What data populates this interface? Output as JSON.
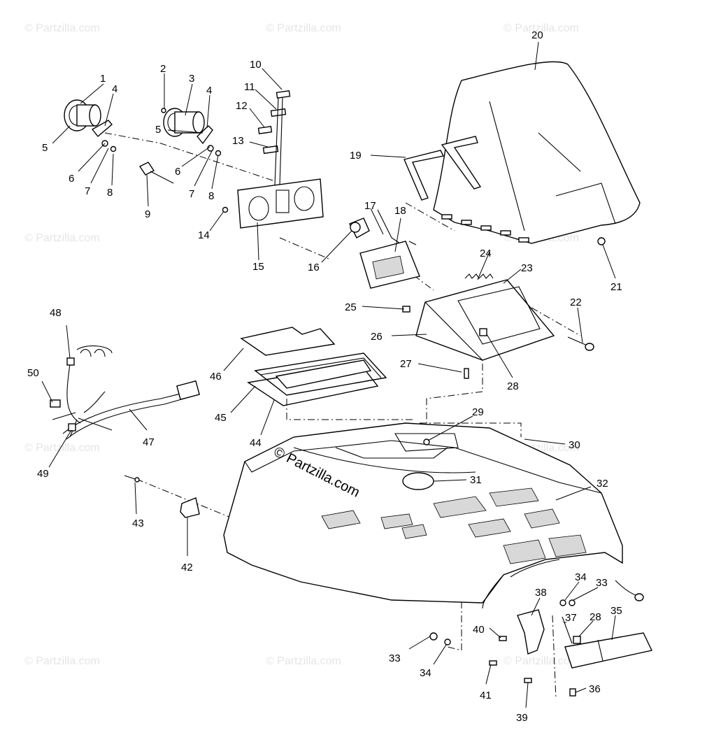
{
  "watermark": {
    "text": "© Partzilla.com",
    "center_text": "© Partzilla.com"
  },
  "callouts": [
    "1",
    "2",
    "3",
    "4",
    "4",
    "5",
    "5",
    "6",
    "6",
    "7",
    "7",
    "8",
    "8",
    "9",
    "10",
    "11",
    "12",
    "13",
    "14",
    "15",
    "16",
    "17",
    "18",
    "19",
    "20",
    "21",
    "22",
    "23",
    "24",
    "25",
    "26",
    "27",
    "28",
    "28",
    "29",
    "30",
    "31",
    "32",
    "33",
    "33",
    "34",
    "34",
    "35",
    "36",
    "37",
    "38",
    "39",
    "40",
    "41",
    "42",
    "43",
    "44",
    "45",
    "46",
    "47",
    "48",
    "49",
    "50"
  ]
}
